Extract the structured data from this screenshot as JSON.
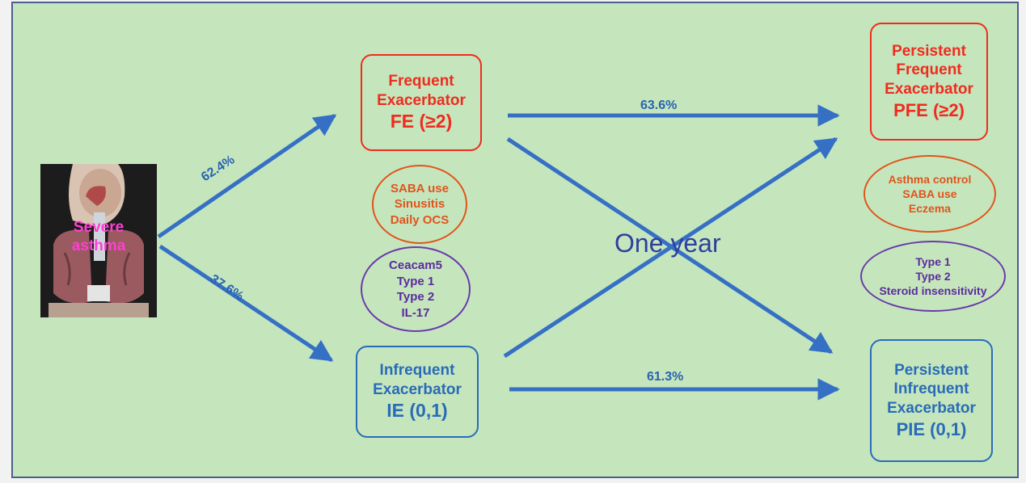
{
  "colors": {
    "background": "#c5e6bd",
    "frame_border": "#4a5f8c",
    "arrow": "#3670c4",
    "frequent": "#f02b1e",
    "infrequent": "#2a6bb8",
    "clinical_factors": "#e0541c",
    "biomarkers": "#5b2a9e"
  },
  "start": {
    "label_line1": "Severe",
    "label_line2": "asthma"
  },
  "transitions": {
    "to_fe": "62.4%",
    "to_ie": "37.6%",
    "fe_to_pfe": "63.6%",
    "ie_to_pie": "61.3%"
  },
  "period_label": "One year",
  "fe": {
    "lines": [
      "Frequent",
      "Exacerbator",
      "FE (≥2)"
    ],
    "clinical": [
      "SABA use",
      "Sinusitis",
      "Daily OCS"
    ],
    "biomarkers": [
      "Ceacam5",
      "Type 1",
      "Type 2",
      "IL-17"
    ]
  },
  "ie": {
    "lines": [
      "Infrequent",
      "Exacerbator",
      "IE (0,1)"
    ]
  },
  "pfe": {
    "lines": [
      "Persistent",
      "Frequent",
      "Exacerbator",
      "PFE (≥2)"
    ],
    "clinical": [
      "Asthma control",
      "SABA use",
      "Eczema"
    ],
    "biomarkers": [
      "Type 1",
      "Type 2",
      "Steroid insensitivity"
    ]
  },
  "pie": {
    "lines": [
      "Persistent",
      "Infrequent",
      "Exacerbator",
      "PIE (0,1)"
    ]
  }
}
